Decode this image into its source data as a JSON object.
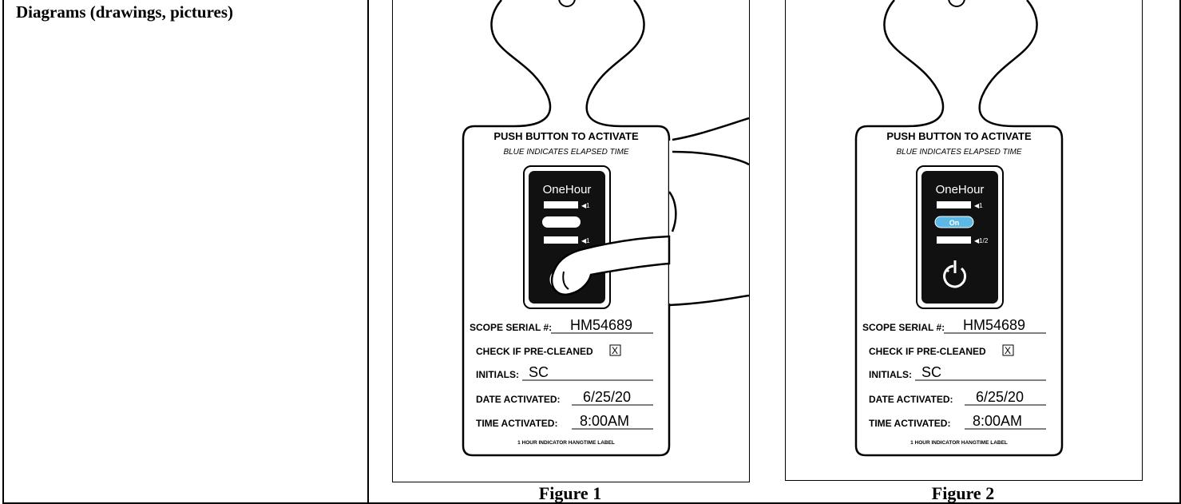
{
  "row_label": "Diagrams (drawings, pictures)",
  "figures": [
    {
      "caption": "Figure 1",
      "heading": "PUSH BUTTON TO ACTIVATE",
      "subheading": "BLUE INDICATES ELAPSED TIME",
      "device_brand": "OneHour",
      "marker_top": "1",
      "marker_bottom": "1",
      "status_pill": "",
      "form": {
        "serial_label": "SCOPE SERIAL #:",
        "serial_value": "HM54689",
        "precleaned_label": "CHECK IF PRE-CLEANED",
        "precleaned_mark": "X",
        "initials_label": "INITIALS:",
        "initials_value": "SC",
        "date_label": "DATE ACTIVATED:",
        "date_value": "6/25/20",
        "time_label": "TIME ACTIVATED:",
        "time_value": "8:00AM"
      },
      "footer": "1 HOUR INDICATOR HANGTIME LABEL"
    },
    {
      "caption": "Figure 2",
      "heading": "PUSH BUTTON TO ACTIVATE",
      "subheading": "BLUE INDICATES ELAPSED TIME",
      "device_brand": "OneHour",
      "marker_top": "1",
      "marker_bottom": "1/2",
      "status_pill": "On",
      "form": {
        "serial_label": "SCOPE SERIAL #:",
        "serial_value": "HM54689",
        "precleaned_label": "CHECK IF PRE-CLEANED",
        "precleaned_mark": "X",
        "initials_label": "INITIALS:",
        "initials_value": "SC",
        "date_label": "DATE ACTIVATED:",
        "date_value": "6/25/20",
        "time_label": "TIME ACTIVATED:",
        "time_value": "8:00AM"
      },
      "footer": "1 HOUR INDICATOR HANGTIME LABEL"
    }
  ],
  "colors": {
    "pill_blue": "#5cb8e4",
    "device_black": "#111111"
  },
  "icons": [
    "power-icon",
    "hand-illustration"
  ]
}
